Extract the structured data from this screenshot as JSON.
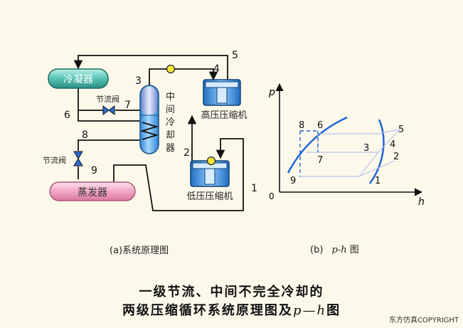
{
  "system": {
    "condenser": "冷凝器",
    "evaporator": "蒸发器",
    "intercooler": [
      "中",
      "间",
      "冷",
      "却",
      "器"
    ],
    "throttle_top": "节流阀",
    "throttle_bottom": "节流阀",
    "hp_compressor": "高压压缩机",
    "lp_compressor": "低压压缩机",
    "states": {
      "s1": "1",
      "s2": "2",
      "s3": "3",
      "s4": "4",
      "s5": "5",
      "s6": "6",
      "s7": "7",
      "s8": "8",
      "s9": "9"
    }
  },
  "ph": {
    "p_axis": "p",
    "h_axis": "h",
    "origin": "0",
    "points": {
      "p1": "1",
      "p2": "2",
      "p3": "3",
      "p4": "4",
      "p5": "5",
      "p6": "6",
      "p7": "7",
      "p8": "8",
      "p9": "9"
    }
  },
  "captions": {
    "a": "(a)系统原理图",
    "b_prefix": "(b)",
    "b_italic": "p-h",
    "b_suffix": "图"
  },
  "title": {
    "line1": "一级节流、中间不完全冷却的",
    "line2_prefix": "两级压缩循环系统原理图及",
    "line2_italic": "p—h",
    "line2_suffix": "图"
  },
  "copyright": "东方仿真COPYRIGHT",
  "colors": {
    "background": "#fdf9ea",
    "vessel_teal": "#48b6a8",
    "evaporator_pink": "#ef9fbf",
    "compressor_blue": "#3a8fd6",
    "pipe": "#111111",
    "curve_blue": "#1e63d6",
    "valve_blue": "#2a6fd0",
    "state_dot": "#f5e63a"
  }
}
